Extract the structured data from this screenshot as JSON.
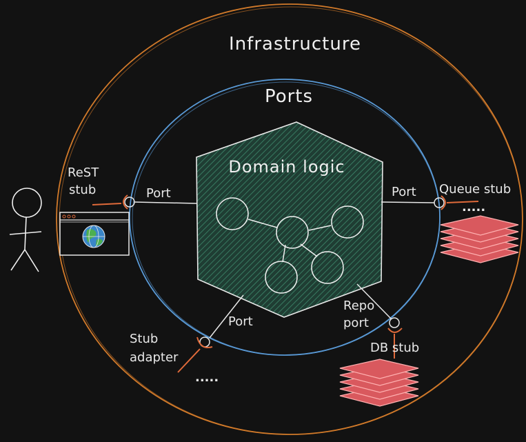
{
  "labels": {
    "infrastructure": "Infrastructure",
    "ports": "Ports",
    "domain_logic": "Domain logic",
    "port_left": "Port",
    "port_right": "Port",
    "port_bottom_left": "Port",
    "repo_port_line1": "Repo",
    "repo_port_line2": "port",
    "rest_stub_line1": "ReST",
    "rest_stub_line2": "stub",
    "queue_stub": "Queue stub",
    "stub_adapter_line1": "Stub",
    "stub_adapter_line2": "adapter",
    "db_stub": "DB stub",
    "ellipsis_queue": ".....",
    "ellipsis_adapter": "....."
  },
  "colors": {
    "background": "#121212",
    "infrastructure_ring": "#d27a2a",
    "ports_ring": "#5a9bd8",
    "hexagon_fill": "#1f3d33",
    "hexagon_hatch": "#3f8a6d",
    "stroke": "#e8e8e8",
    "stub_fill": "#d9595e",
    "stub_edge": "#ffb0b0",
    "connector": "#e06a3a"
  },
  "icons": {
    "actor": "stick-figure-icon",
    "browser": "browser-window-icon",
    "globe": "globe-icon",
    "queue_stack": "stack-layers-icon",
    "db_stack": "stack-layers-icon"
  }
}
